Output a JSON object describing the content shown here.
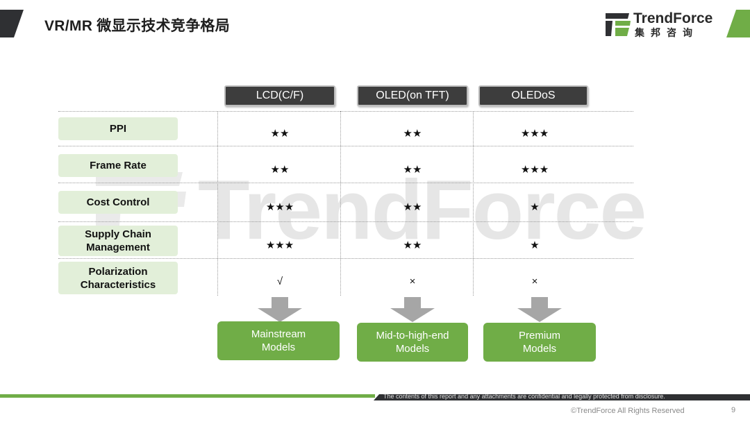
{
  "header": {
    "title": "VR/MR 微显示技术竞争格局",
    "logo_text": "TrendForce",
    "logo_subtext": "集邦咨询"
  },
  "watermark": {
    "text": "TrendForce"
  },
  "table": {
    "columns": [
      "LCD(C/F)",
      "OLED(on TFT)",
      "OLEDoS"
    ],
    "rows": [
      {
        "label": "PPI",
        "values": [
          "★★",
          "★★",
          "★★★"
        ]
      },
      {
        "label": "Frame Rate",
        "values": [
          "★★",
          "★★",
          "★★★"
        ]
      },
      {
        "label": "Cost Control",
        "values": [
          "★★★",
          "★★",
          "★"
        ]
      },
      {
        "label": "Supply Chain\nManagement",
        "values": [
          "★★★",
          "★★",
          "★"
        ]
      },
      {
        "label": "Polarization\nCharacteristics",
        "values": [
          "√",
          "×",
          "×"
        ]
      }
    ]
  },
  "outcomes": [
    "Mainstream\nModels",
    "Mid-to-high-end\nModels",
    "Premium\nModels"
  ],
  "footer": {
    "disclaimer": "The contents of this report and any attachments are confidential and legally protected from disclosure.",
    "copyright": "©TrendForce All Rights Reserved",
    "page_number": "9"
  },
  "colors": {
    "accent_green": "#70ad47",
    "label_fill": "#e2efd9",
    "header_fill": "#3d3d3d",
    "dark": "#2f3033"
  }
}
